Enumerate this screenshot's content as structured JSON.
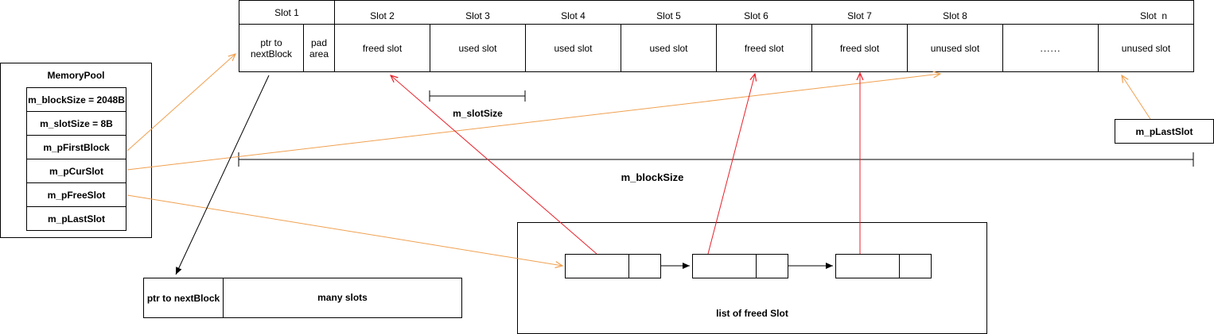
{
  "memory_pool": {
    "title": "MemoryPool",
    "fields": [
      "m_blockSize = 2048B",
      "m_slotSize = 8B",
      "m_pFirstBlock",
      "m_pCurSlot",
      "m_pFreeSlot",
      "m_pLastSlot"
    ]
  },
  "block": {
    "slot_headers": [
      "Slot 1",
      "Slot 2",
      "Slot 3",
      "Slot 4",
      "Slot 5",
      "Slot 6",
      "Slot 7",
      "Slot 8",
      "Slot  n"
    ],
    "ptr_cell": "ptr to\nnextBlock",
    "pad_cell": "pad\narea",
    "cells": [
      "freed slot",
      "used slot",
      "used slot",
      "used slot",
      "freed slot",
      "freed slot",
      "unused slot",
      "......",
      "unused slot"
    ]
  },
  "labels": {
    "slot_size": "m_slotSize",
    "block_size": "m_blockSize",
    "last_slot": "m_pLastSlot"
  },
  "next_block": {
    "ptr": "ptr to nextBlock",
    "slots": "many slots"
  },
  "freed_list": {
    "caption": "list of freed Slot"
  },
  "colors": {
    "orange": "#f0a050",
    "red": "#e8202a",
    "black": "#000000"
  }
}
